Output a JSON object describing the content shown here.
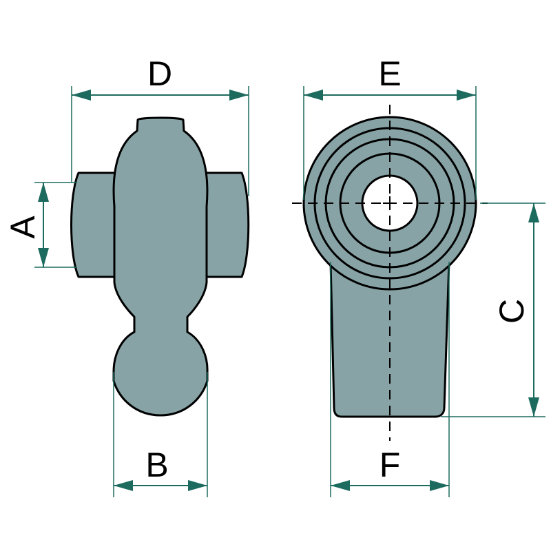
{
  "diagram": {
    "labels": {
      "a": "A",
      "b": "B",
      "c": "C",
      "d": "D",
      "e": "E",
      "f": "F"
    },
    "colors": {
      "part_fill": "#87A3A6",
      "outline": "#000000",
      "dimension_line": "#1C6B5E",
      "bore_fill": "#ffffff",
      "background": "#ffffff"
    }
  }
}
